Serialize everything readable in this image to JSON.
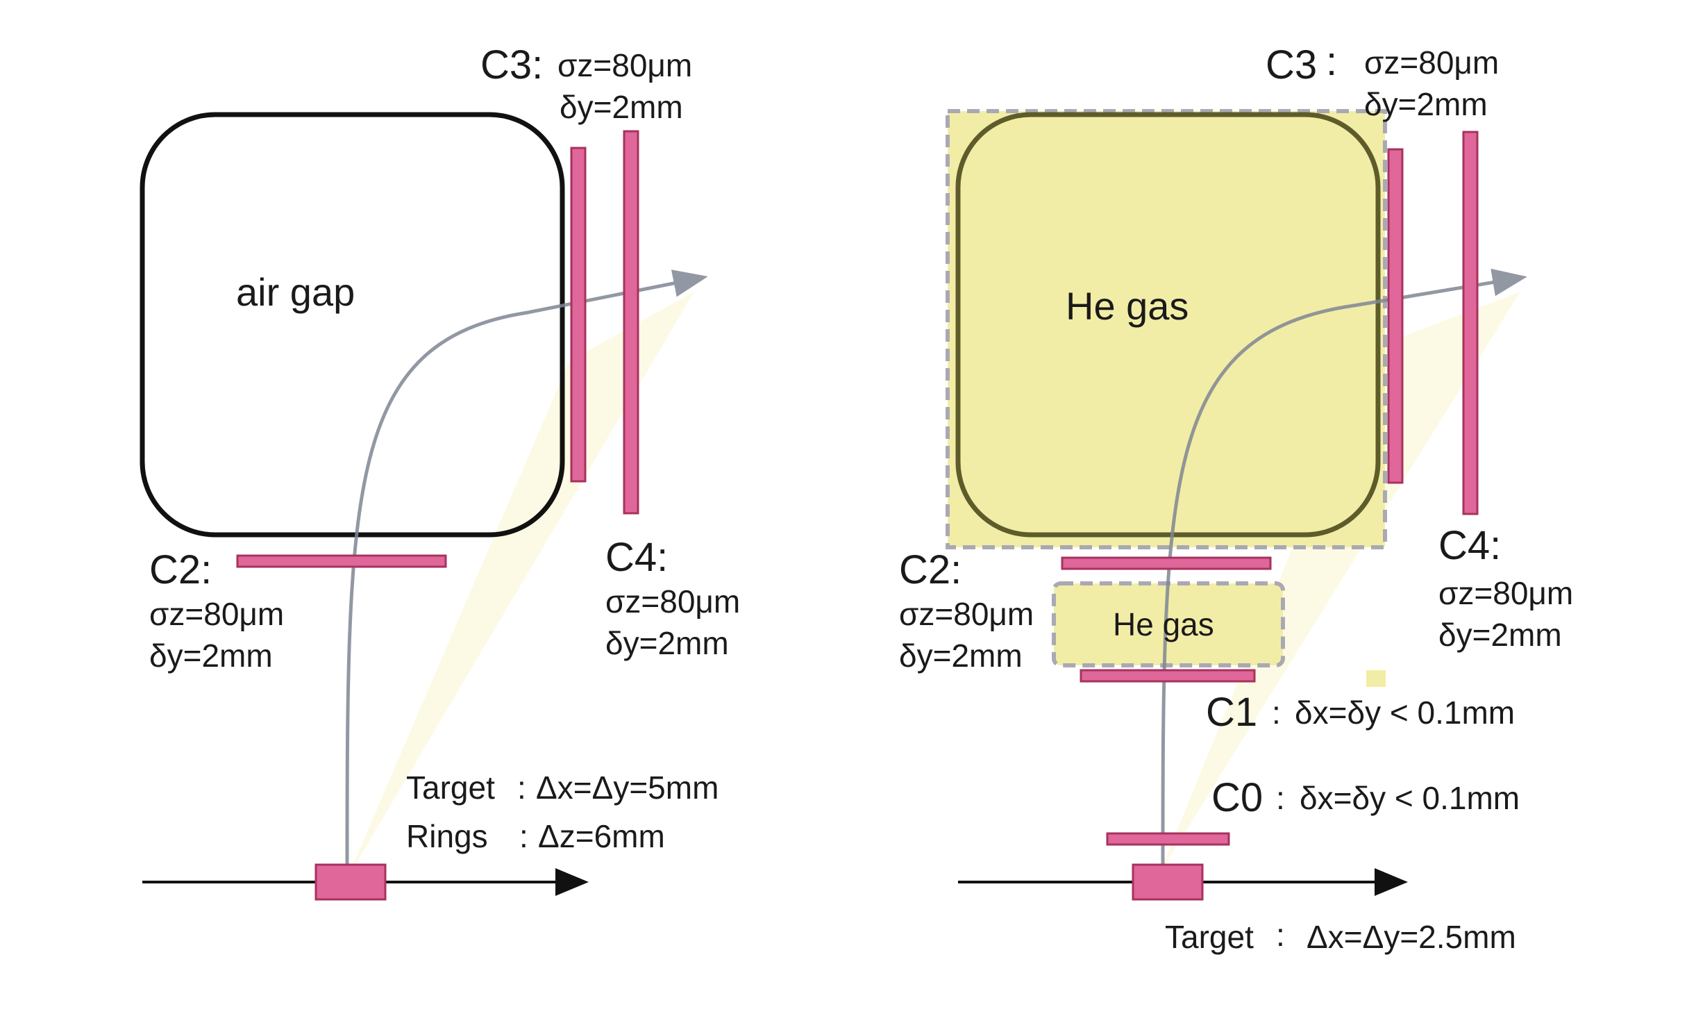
{
  "colors": {
    "detector": "#e0679a",
    "detector_stroke": "#a8325e",
    "gas": "#f2eda6",
    "gas_dash": "#a9a9b3",
    "track": "#7f8794",
    "beam": "#111111",
    "frame": "#111111"
  },
  "left": {
    "region_label": "air gap",
    "c3": {
      "name": "C3:",
      "line1": "σz=80μm",
      "line2": "δy=2mm"
    },
    "c4": {
      "name": "C4:",
      "line1": "σz=80μm",
      "line2": "δy=2mm"
    },
    "c2": {
      "name": "C2:",
      "line1": "σz=80μm",
      "line2": "δy=2mm"
    },
    "target": {
      "name": "Target",
      "sep": ":",
      "value": "Δx=Δy=5mm"
    },
    "rings": {
      "name": "Rings",
      "sep": ":",
      "value": "Δz=6mm"
    }
  },
  "right": {
    "region_label": "He gas",
    "small_region_label": "He gas",
    "c3": {
      "name": "C3",
      "sep": ":",
      "line1": "σz=80μm",
      "line2": "δy=2mm"
    },
    "c4": {
      "name": "C4:",
      "line1": "σz=80μm",
      "line2": "δy=2mm"
    },
    "c2": {
      "name": "C2:",
      "line1": "σz=80μm",
      "line2": "δy=2mm"
    },
    "c1": {
      "name": "C1",
      "sep": ":",
      "value": "δx=δy < 0.1mm"
    },
    "c0": {
      "name": "C0",
      "sep": ":",
      "value": "δx=δy < 0.1mm"
    },
    "target": {
      "name": "Target",
      "sep": ":",
      "value": "Δx=Δy=2.5mm"
    }
  }
}
